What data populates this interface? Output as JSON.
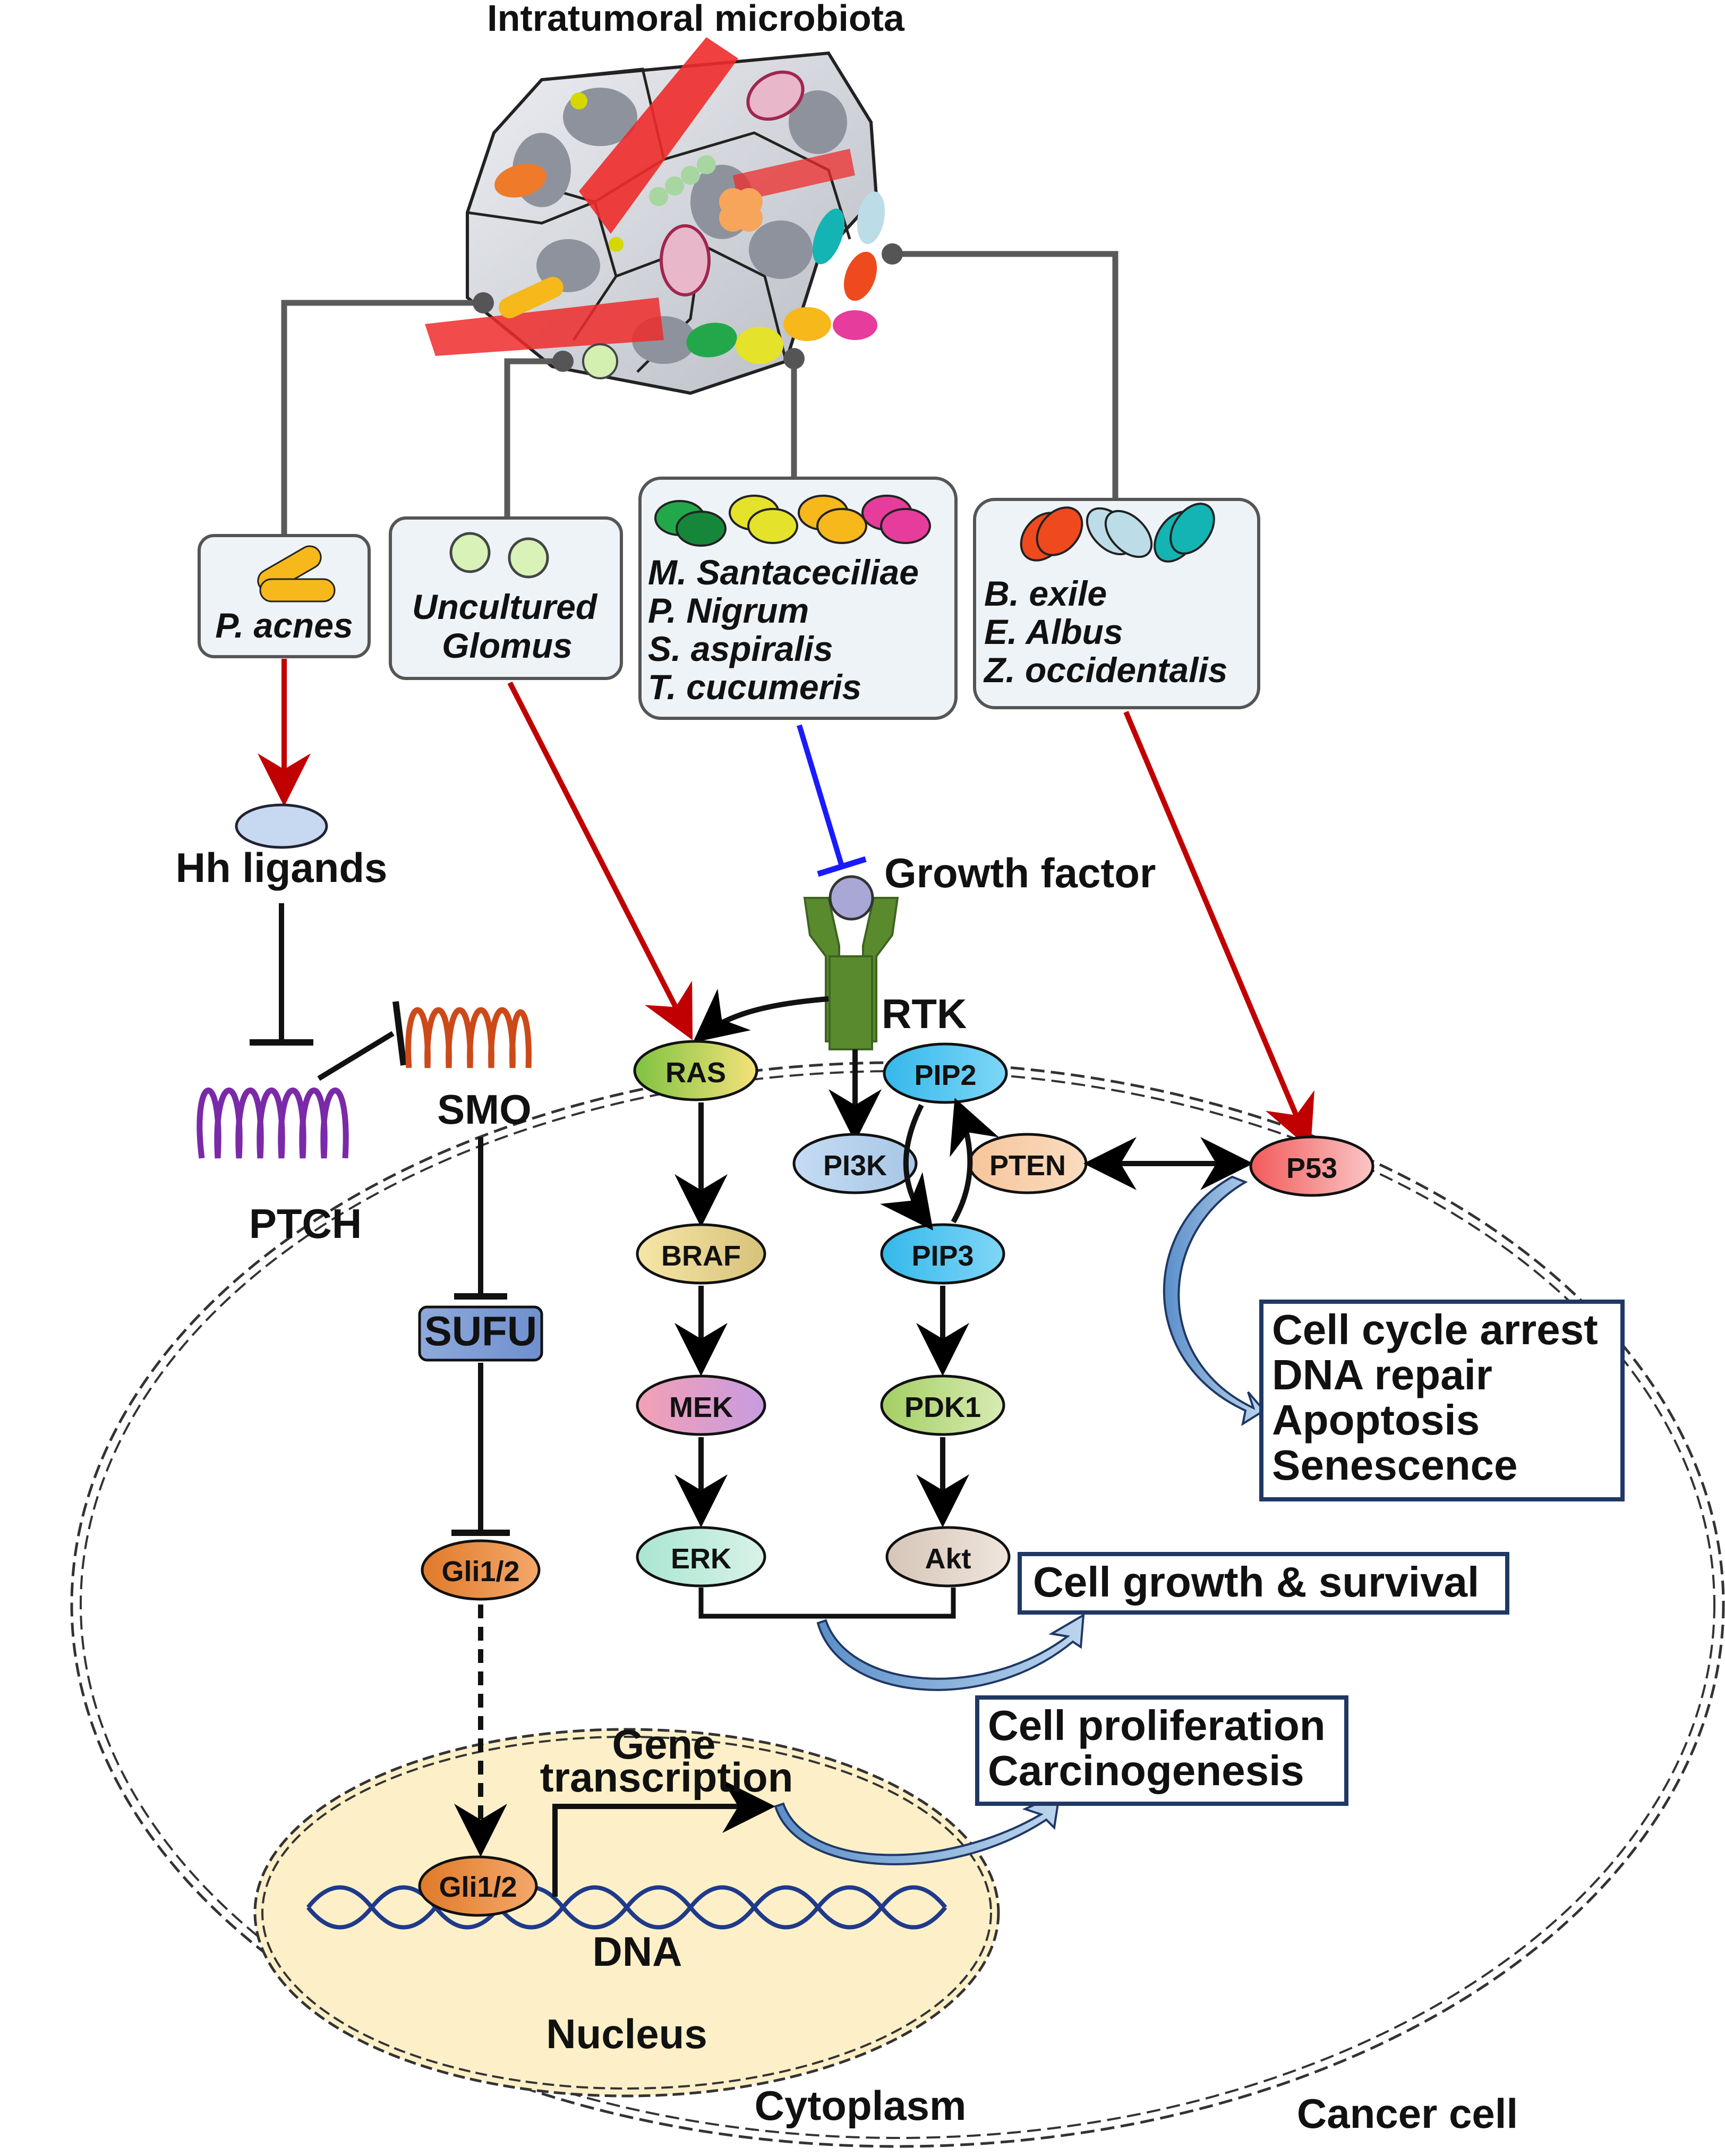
{
  "title": "Intratumoral microbiota",
  "boxes": {
    "p_acnes": [
      "P. acnes"
    ],
    "glomus": [
      "Uncultured",
      "Glomus"
    ],
    "santaceciliae": [
      "M. Santaceciliae",
      "P. Nigrum",
      "S. aspiralis",
      "T. cucumeris"
    ],
    "exile": [
      "B. exile",
      "E. Albus",
      "Z. occidentalis"
    ]
  },
  "labels": {
    "hh_ligands": "Hh ligands",
    "growth_factor": "Growth factor",
    "rtk": "RTK",
    "ptch": "PTCH",
    "smo": "SMO",
    "gene_transcription": [
      "Gene",
      "transcription"
    ],
    "dna": "DNA",
    "nucleus": "Nucleus",
    "cytoplasm": "Cytoplasm",
    "cancer_cell": "Cancer cell"
  },
  "nodes": {
    "ras": "RAS",
    "braf": "BRAF",
    "mek": "MEK",
    "erk": "ERK",
    "pip2": "PIP2",
    "pi3k": "PI3K",
    "pten": "PTEN",
    "pip3": "PIP3",
    "pdk1": "PDK1",
    "akt": "Akt",
    "p53": "P53",
    "sufu": "SUFU",
    "gli_cyto": "Gli1/2",
    "gli_nucleus": "Gli1/2"
  },
  "outcomes": {
    "p53_effects": [
      "Cell cycle arrest",
      "DNA repair",
      "Apoptosis",
      "Senescence"
    ],
    "growth": "Cell growth & survival",
    "proliferation": [
      "Cell proliferation",
      "Carcinogenesis"
    ]
  },
  "colors": {
    "activation_arrow": "#c00000",
    "inhibition_line": "#1a1aff",
    "connector": "#5a5a5a",
    "outcome_border": "#1f3864",
    "nucleus_fill": "#fdf0c8"
  }
}
